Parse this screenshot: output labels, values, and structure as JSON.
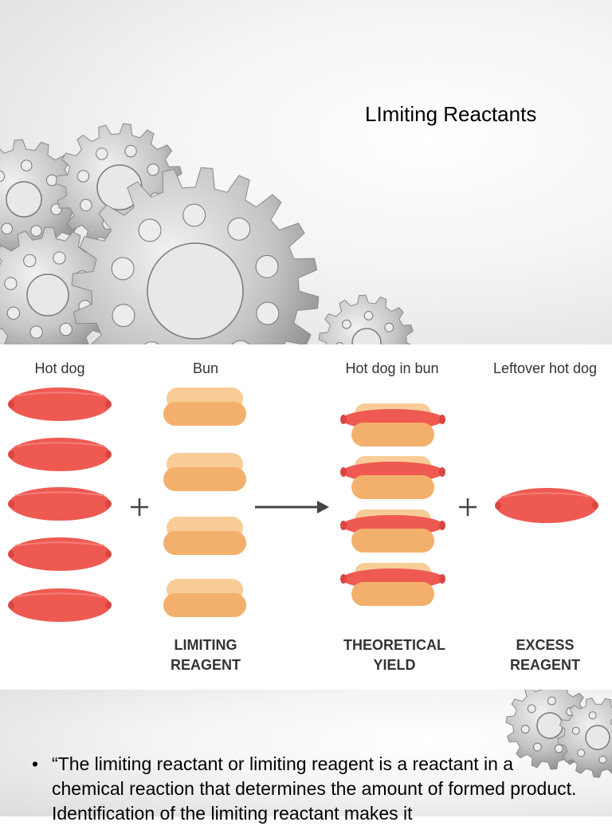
{
  "slide": {
    "title": "LImiting Reactants"
  },
  "diagram": {
    "columns": [
      {
        "label": "Hot dog",
        "count": 5,
        "item": "hot-dog"
      },
      {
        "label": "Bun",
        "count": 4,
        "item": "bun"
      },
      {
        "label": "Hot dog in bun",
        "count": 4,
        "item": "hot-dog-in-bun"
      },
      {
        "label": "Leftover hot dog",
        "count": 1,
        "item": "hot-dog"
      }
    ],
    "operators": [
      "+",
      "→",
      "+"
    ],
    "bottom_labels": [
      {
        "line1": "LIMITING",
        "line2": "REAGENT"
      },
      {
        "line1": "THEORETICAL",
        "line2": "YIELD"
      },
      {
        "line1": "EXCESS",
        "line2": "REAGENT"
      }
    ],
    "colors": {
      "sausage": "#ee5a52",
      "bun_light": "#f7cc96",
      "bun_dark": "#f3b06c"
    }
  },
  "content": {
    "bullet": "•",
    "text": "“The limiting reactant or limiting reagent is a reactant in a chemical reaction that determines the amount of formed product. Identification of the limiting reactant makes it"
  }
}
